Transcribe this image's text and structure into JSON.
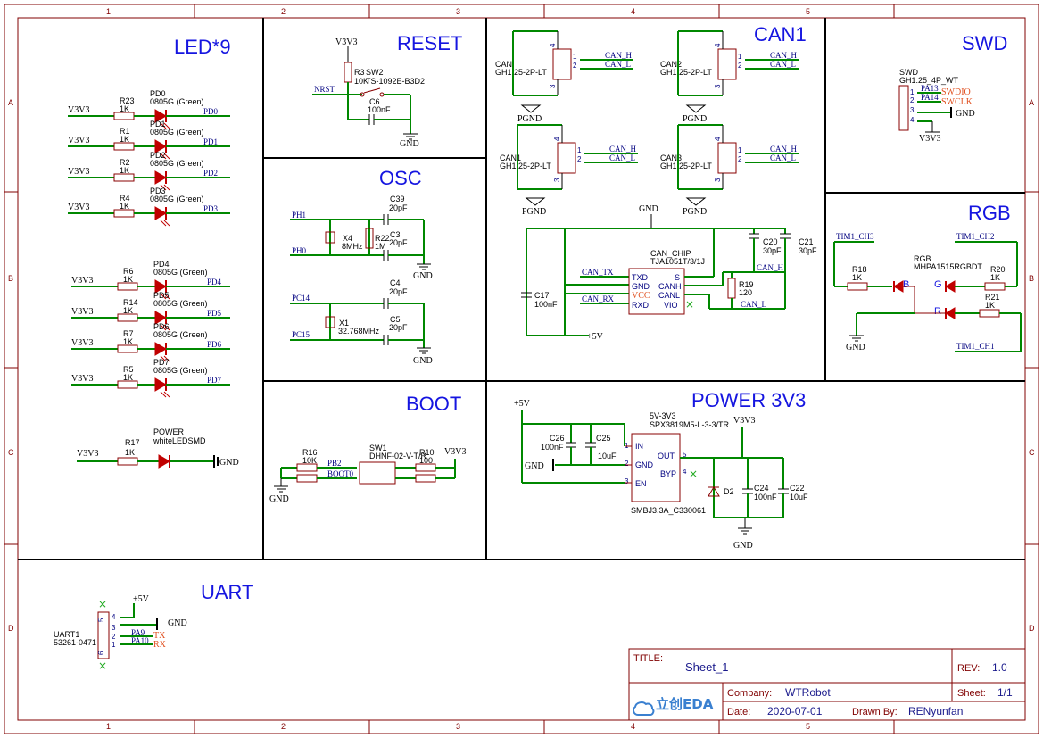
{
  "frame": {
    "cols": [
      "1",
      "2",
      "3",
      "4",
      "5"
    ],
    "rows": [
      "A",
      "B",
      "C",
      "D"
    ]
  },
  "sections": {
    "led": "LED*9",
    "reset": "RESET",
    "osc": "OSC",
    "boot": "BOOT",
    "can1": "CAN1",
    "swd": "SWD",
    "rgb": "RGB",
    "power": "POWER 3V3",
    "uart": "UART"
  },
  "leds": [
    {
      "ref": "R23",
      "val": "1K",
      "led": "PD0",
      "part": "0805G (Green)",
      "net": "PD0"
    },
    {
      "ref": "R1",
      "val": "1K",
      "led": "PD1",
      "part": "0805G (Green)",
      "net": "PD1"
    },
    {
      "ref": "R2",
      "val": "1K",
      "led": "PD2",
      "part": "0805G (Green)",
      "net": "PD2"
    },
    {
      "ref": "R4",
      "val": "1K",
      "led": "PD3",
      "part": "0805G (Green)",
      "net": "PD3"
    },
    {
      "ref": "R6",
      "val": "1K",
      "led": "PD4",
      "part": "0805G (Green)",
      "net": "PD4"
    },
    {
      "ref": "R14",
      "val": "1K",
      "led": "PD5",
      "part": "0805G (Green)",
      "net": "PD5"
    },
    {
      "ref": "R7",
      "val": "1K",
      "led": "PD6",
      "part": "0805G (Green)",
      "net": "PD6"
    },
    {
      "ref": "R5",
      "val": "1K",
      "led": "PD7",
      "part": "0805G (Green)",
      "net": "PD7"
    }
  ],
  "power_led": {
    "ref": "R17",
    "val": "1K",
    "led": "POWER",
    "part": "whiteLEDSMD",
    "net": "GND"
  },
  "labels": {
    "v3v3": "V3V3",
    "gnd": "GND",
    "pgnd": "PGND",
    "p5v": "+5V",
    "nrst": "NRST",
    "r3": "R3",
    "r3v": "10K",
    "sw2": "SW2",
    "sw2p": "TS-1092E-B3D2",
    "c6": "C6",
    "c6v": "100nF",
    "ph1": "PH1",
    "ph0": "PH0",
    "c39": "C39",
    "c39v": "20pF",
    "x4": "X4",
    "x4v": "8MHz",
    "r22": "R22",
    "r22v": "1M",
    "c3": "C3",
    "c3v": "20pF",
    "pc14": "PC14",
    "pc15": "PC15",
    "c4": "C4",
    "c4v": "20pF",
    "x1": "X1",
    "x1v": "32.768MHz",
    "c5": "C5",
    "c5v": "20pF",
    "r16": "R16",
    "r16v": "10K",
    "pb2": "PB2",
    "boot0": "BOOT0",
    "sw1": "SW1",
    "sw1p": "DHNF-02-V-T/R",
    "r10": "R10",
    "r10v": "100",
    "can_h": "CAN_H",
    "can_l": "CAN_L",
    "can_tx": "CAN_TX",
    "can_rx": "CAN_RX",
    "canconn": "GH1.25-2P-LT",
    "can": "CAN",
    "can1": "CAN1",
    "can2": "CAN2",
    "can3": "CAN3",
    "canchip": "CAN_CHIP",
    "canchipp": "TJA1051T/3/1J",
    "c17": "C17",
    "c17v": "100nF",
    "r19": "R19",
    "r19v": "120",
    "c20": "C20",
    "c20v": "30pF",
    "c21": "C21",
    "c21v": "30pF",
    "txd": "TXD",
    "gndp": "GND",
    "vcc": "VCC",
    "rxd": "RXD",
    "s": "S",
    "canh": "CANH",
    "canl": "CANL",
    "vio": "VIO",
    "swd": "SWD",
    "swdp": "GH1.25_4P_WT",
    "pa13": "PA13",
    "pa14": "PA14",
    "swdio": "SWDIO",
    "swclk": "SWCLK",
    "tim1ch3": "TIM1_CH3",
    "tim1ch2": "TIM1_CH2",
    "tim1ch1": "TIM1_CH1",
    "r18": "R18",
    "r18v": "1K",
    "r20": "R20",
    "r20v": "1K",
    "r21": "R21",
    "r21v": "1K",
    "rgb": "RGB",
    "rgbp": "MHPA1515RGBDT",
    "lb": "B",
    "lg": "G",
    "lr": "R",
    "u3": "5V-3V3",
    "u3p": "SPX3819M5-L-3-3/TR",
    "c26": "C26",
    "c26v": "100nF",
    "c25": "C25",
    "c25v": "10uF",
    "in": "IN",
    "gndi": "GND",
    "en": "EN",
    "out": "OUT",
    "byp": "BYP",
    "d2": "D2",
    "d2p": "SMBJ3.3A_C330061",
    "c24": "C24",
    "c24v": "100nF",
    "c22": "C22",
    "c22v": "10uF",
    "uart1": "UART1",
    "uartp": "53261-0471",
    "pa9": "PA9",
    "pa10": "PA10",
    "tx": "TX",
    "rx": "RX"
  },
  "title_block": {
    "title_label": "TITLE:",
    "title": "Sheet_1",
    "rev_label": "REV:",
    "rev": "1.0",
    "company_label": "Company:",
    "company": "WTRobot",
    "sheet_label": "Sheet:",
    "sheet": "1/1",
    "date_label": "Date:",
    "date": "2020-07-01",
    "drawn_label": "Drawn By:",
    "drawn": "RENyunfan",
    "logo": "立创EDA"
  },
  "colors": {
    "wire": "#008800",
    "part": "#880000",
    "section": "#1515e0",
    "net": "#000080",
    "signal": "#e05020"
  }
}
